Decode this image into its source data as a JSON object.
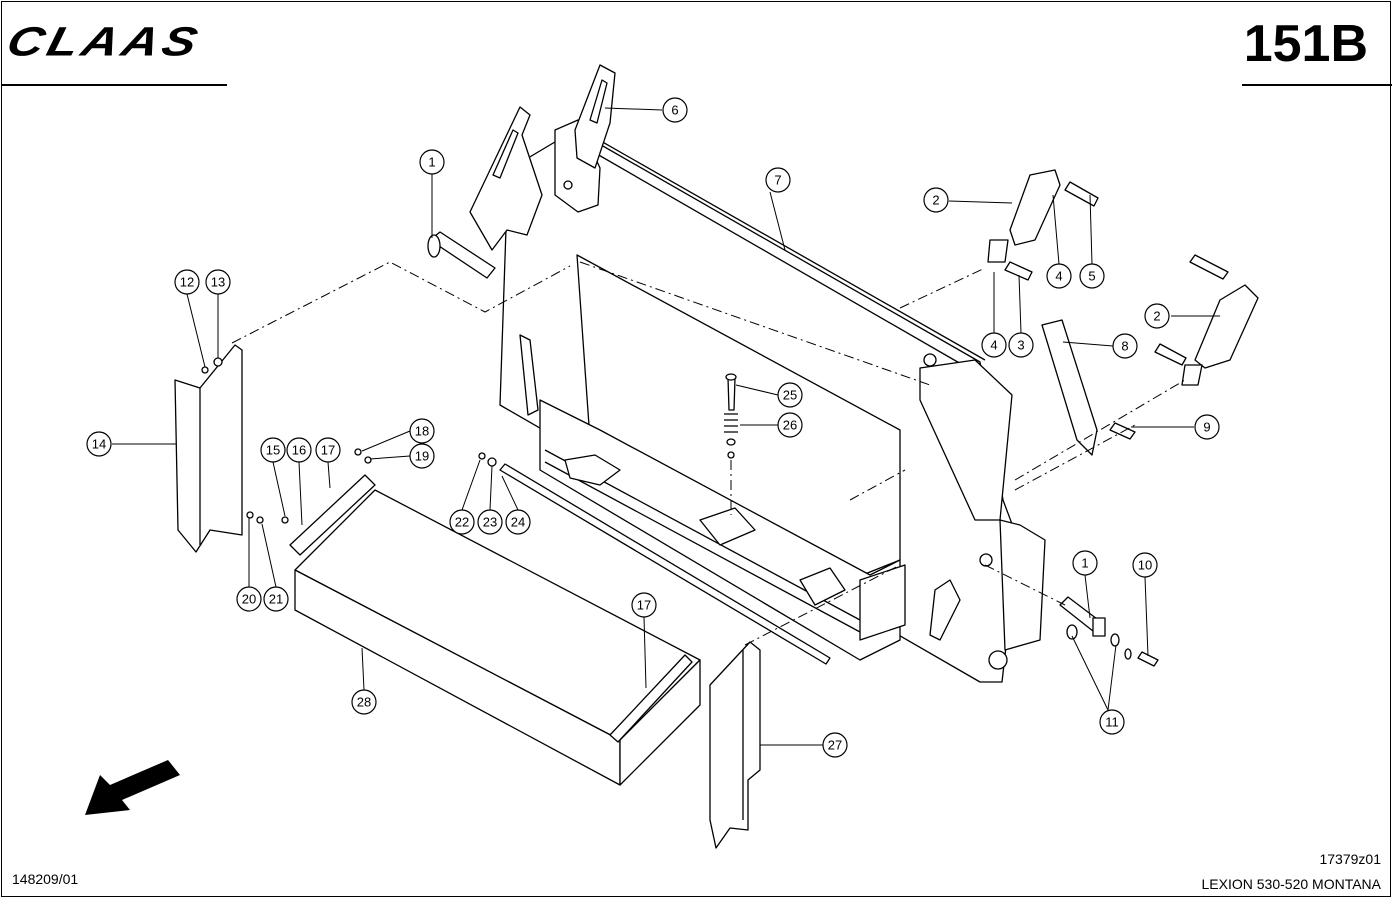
{
  "header": {
    "brand": "CLAAS",
    "page_code": "151B"
  },
  "footer": {
    "sheet_number": "148209/01",
    "drawing_number": "17379z01",
    "model": "LEXION 530-520 MONTANA"
  },
  "callouts": [
    {
      "n": "1"
    },
    {
      "n": "2"
    },
    {
      "n": "3"
    },
    {
      "n": "4"
    },
    {
      "n": "5"
    },
    {
      "n": "6"
    },
    {
      "n": "7"
    },
    {
      "n": "8"
    },
    {
      "n": "9"
    },
    {
      "n": "10"
    },
    {
      "n": "11"
    },
    {
      "n": "12"
    },
    {
      "n": "13"
    },
    {
      "n": "14"
    },
    {
      "n": "15"
    },
    {
      "n": "16"
    },
    {
      "n": "17"
    },
    {
      "n": "18"
    },
    {
      "n": "19"
    },
    {
      "n": "20"
    },
    {
      "n": "21"
    },
    {
      "n": "22"
    },
    {
      "n": "23"
    },
    {
      "n": "24"
    },
    {
      "n": "25"
    },
    {
      "n": "26"
    },
    {
      "n": "27"
    },
    {
      "n": "28"
    },
    {
      "n": "1"
    },
    {
      "n": "2"
    },
    {
      "n": "4"
    },
    {
      "n": "17"
    }
  ]
}
